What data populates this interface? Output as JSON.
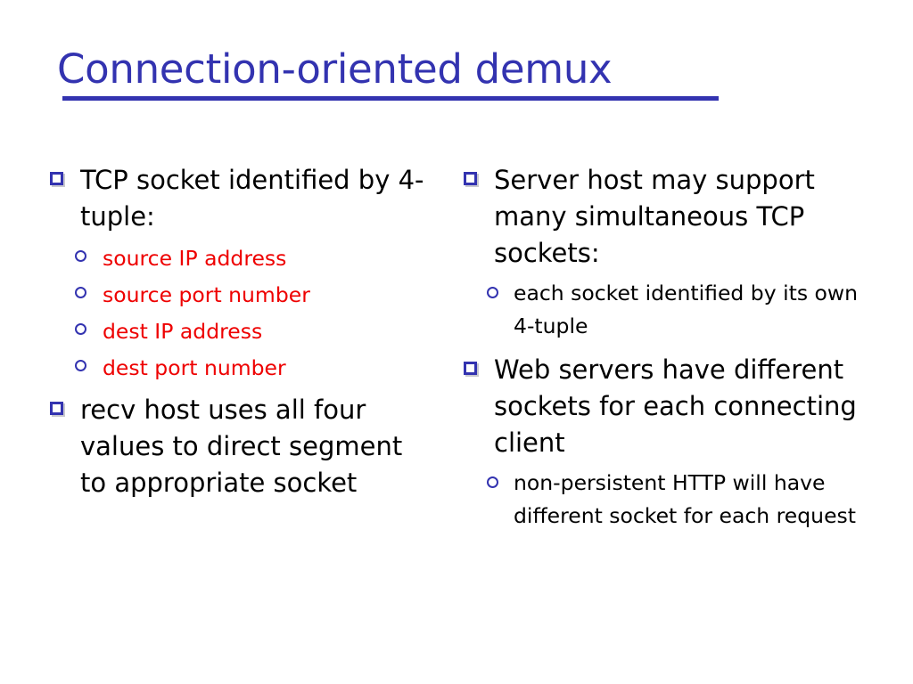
{
  "slide": {
    "title": "Connection-oriented demux",
    "title_color": "#3333b0",
    "background_color": "#ffffff",
    "body_color": "#000000",
    "accent_color": "#ee0000",
    "marker_color": "#3333b0"
  },
  "left_column": {
    "blocks": [
      {
        "level1": "TCP socket identified by 4-tuple:",
        "sub_bullets": [
          "source IP address",
          "source port number",
          "dest IP address",
          "dest port number"
        ],
        "sub_color": "#ee0000"
      },
      {
        "level1": "recv host uses all four values to direct segment to appropriate socket",
        "sub_bullets": [],
        "sub_color": "#000000"
      }
    ]
  },
  "right_column": {
    "blocks": [
      {
        "level1": "Server host may support many simultaneous TCP sockets:",
        "sub_bullets": [
          "each socket identified by its own 4-tuple"
        ],
        "sub_color": "#000000"
      },
      {
        "level1": "Web servers have different sockets for each connecting client",
        "sub_bullets": [
          "non-persistent HTTP will have different socket for each request"
        ],
        "sub_color": "#000000"
      }
    ]
  },
  "markers": {
    "level1_icon": "square-bullet-icon",
    "level2_icon": "circle-bullet-icon"
  }
}
